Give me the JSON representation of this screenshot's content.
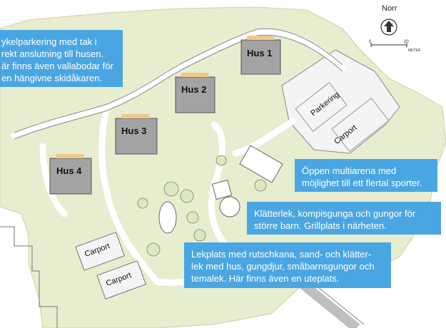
{
  "compass": {
    "north_label": "Norr",
    "scale_start": "0",
    "scale_end": "20",
    "scale_unit": "METER"
  },
  "houses": [
    {
      "id": "hus1",
      "label": "Hus 1"
    },
    {
      "id": "hus2",
      "label": "Hus 2"
    },
    {
      "id": "hus3",
      "label": "Hus 3"
    },
    {
      "id": "hus4",
      "label": "Hus 4"
    }
  ],
  "parking_labels": {
    "parkering": "Parkering",
    "carport_right": "Carport",
    "carport_left_upper": "Carport",
    "carport_left_lower": "Carport"
  },
  "callouts": {
    "bike_parking": [
      "ykelparkering med tak i",
      "rekt anslutning till husen.",
      "är finns även vallabodar för",
      "en hängivne skidåkaren."
    ],
    "multiarena": [
      "Öppen multiarena med",
      "möjlighet till ett flertal sporter."
    ],
    "climbing": [
      "Klätterlek, kompisgunga och gungor för",
      "större barn. Grillplats i närheten."
    ],
    "playground": [
      "Lekplats med rutschkana, sand- och klätter-",
      "lek med hus, gungdjur, småbarnsgungor och",
      "temalek. Här finns även en uteplats."
    ]
  },
  "colors": {
    "callout": "#4aa6e2",
    "grass": "#e7edcf",
    "path": "#ffffff",
    "building": "#a3a3a3",
    "roof_accent": "#f0c88c"
  }
}
